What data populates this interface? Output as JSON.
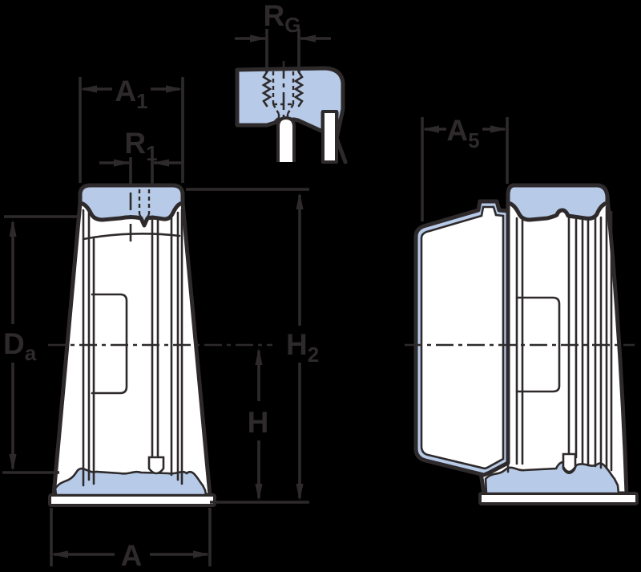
{
  "colors": {
    "background": "#000000",
    "line": "#2e2a2b",
    "housing_fill": "#ffffff",
    "accent_fill": "#b7cbe8"
  },
  "dimension_labels": {
    "rg": {
      "main": "R",
      "sub": "G"
    },
    "a1": {
      "main": "A",
      "sub": "1"
    },
    "r1": {
      "main": "R",
      "sub": "1"
    },
    "a5": {
      "main": "A",
      "sub": "5"
    },
    "da": {
      "main": "D",
      "sub": "a"
    },
    "h2": {
      "main": "H",
      "sub": "2"
    },
    "h": {
      "main": "H",
      "sub": ""
    },
    "a": {
      "main": "A",
      "sub": ""
    }
  }
}
